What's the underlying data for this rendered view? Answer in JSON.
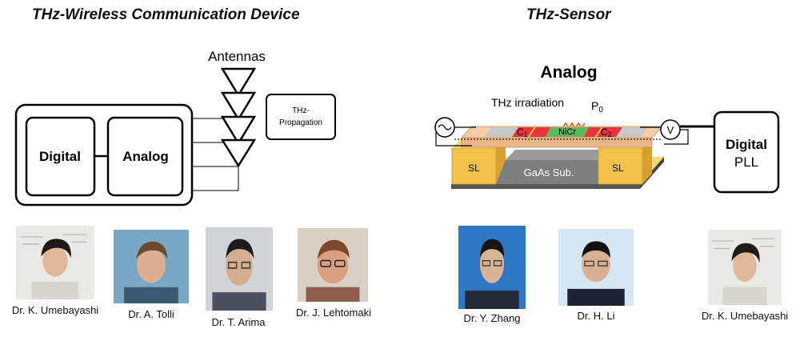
{
  "titles": {
    "left": "THz-Wireless Communication Device",
    "right": "THz-Sensor"
  },
  "left_diagram": {
    "antennas_label": "Antennas",
    "propagation_label_line1": "THz-",
    "propagation_label_line2": "Propagation",
    "digital_label": "Digital",
    "analog_label": "Analog"
  },
  "right_diagram": {
    "analog_title": "Analog",
    "irradiation_label": "THz irradiation",
    "p0_label": "P",
    "p0_sub": "0",
    "c1_label": "C",
    "c1_sub": "1",
    "nicr_label": "NiCr",
    "c2_label": "C",
    "c2_sub": "2",
    "voltmeter_label": "V",
    "sl_left": "SL",
    "sl_right": "SL",
    "substrate_label": "GaAs Sub.",
    "digital_label": "Digital",
    "pll_label": "PLL"
  },
  "people": [
    {
      "name": "Dr. K. Umebayashi",
      "group": "left"
    },
    {
      "name": "Dr. A. Tolli",
      "group": "left"
    },
    {
      "name": "Dr. T. Arima",
      "group": "left"
    },
    {
      "name": "Dr. J. Lehtomaki",
      "group": "left"
    },
    {
      "name": "Dr. Y. Zhang",
      "group": "right"
    },
    {
      "name": "Dr. H. Li",
      "group": "right"
    },
    {
      "name": "Dr. K. Umebayashi",
      "group": "right"
    }
  ]
}
